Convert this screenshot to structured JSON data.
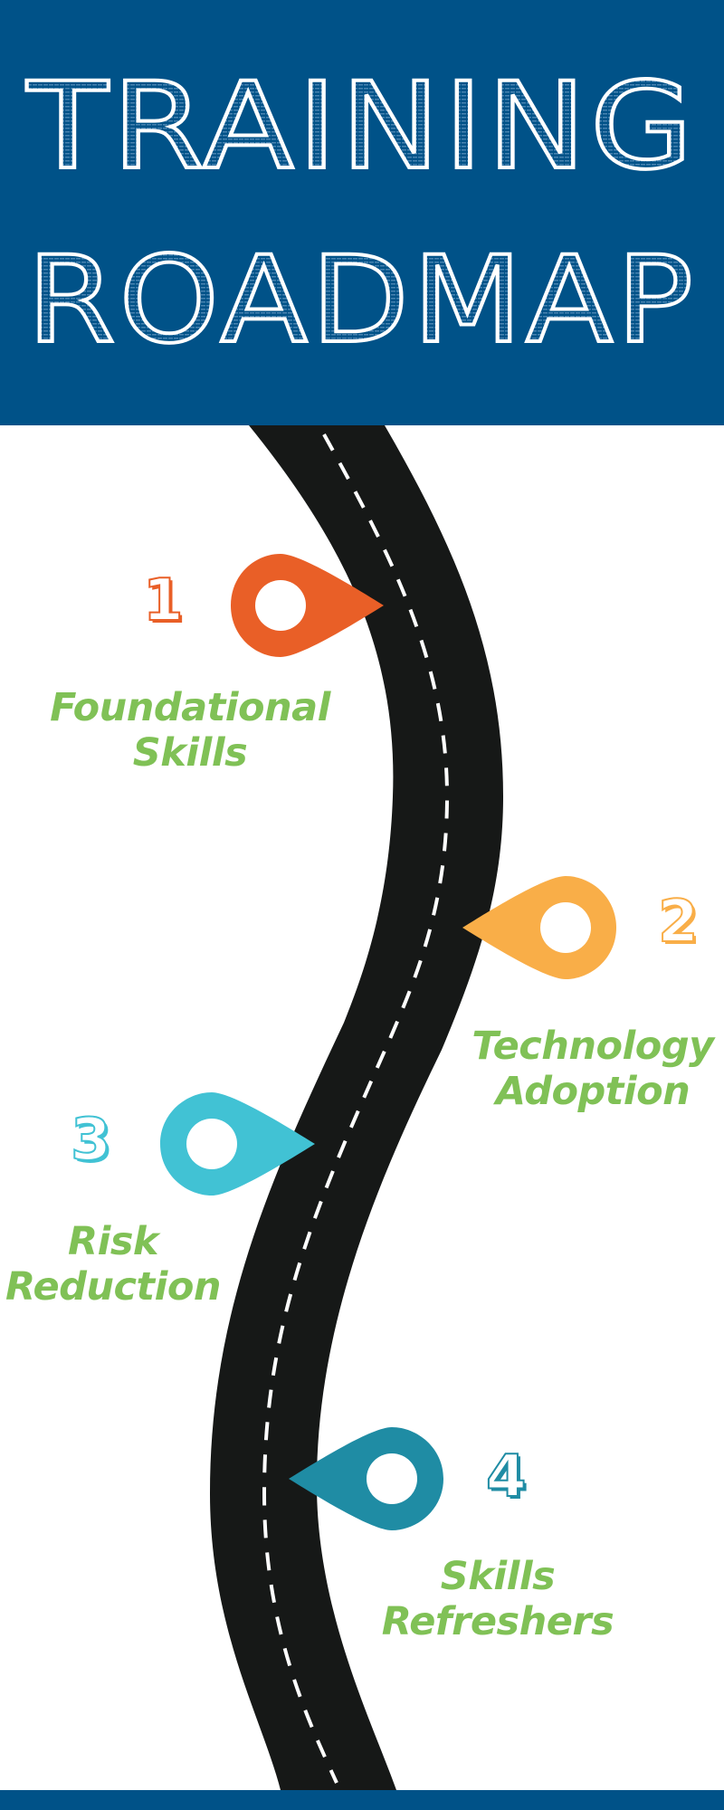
{
  "header": {
    "line1": "TRAINING",
    "line2": "ROADMAP",
    "background_color": "#005288",
    "text_color": "#ffffff"
  },
  "road": {
    "color": "#161817",
    "lane_marking_color": "#ffffff"
  },
  "milestones": [
    {
      "number": "1",
      "title_line1": "Foundational",
      "title_line2": "Skills",
      "color": "#e95f27",
      "side": "left",
      "icon": "map-pin-icon"
    },
    {
      "number": "2",
      "title_line1": "Technology",
      "title_line2": "Adoption",
      "color": "#f9ae48",
      "side": "right",
      "icon": "map-pin-icon"
    },
    {
      "number": "3",
      "title_line1": "Risk",
      "title_line2": "Reduction",
      "color": "#41c2d4",
      "side": "left",
      "icon": "map-pin-icon"
    },
    {
      "number": "4",
      "title_line1": "Skills",
      "title_line2": "Refreshers",
      "color": "#1f8ca4",
      "side": "right",
      "icon": "map-pin-icon"
    }
  ],
  "label_color": "#80c156"
}
